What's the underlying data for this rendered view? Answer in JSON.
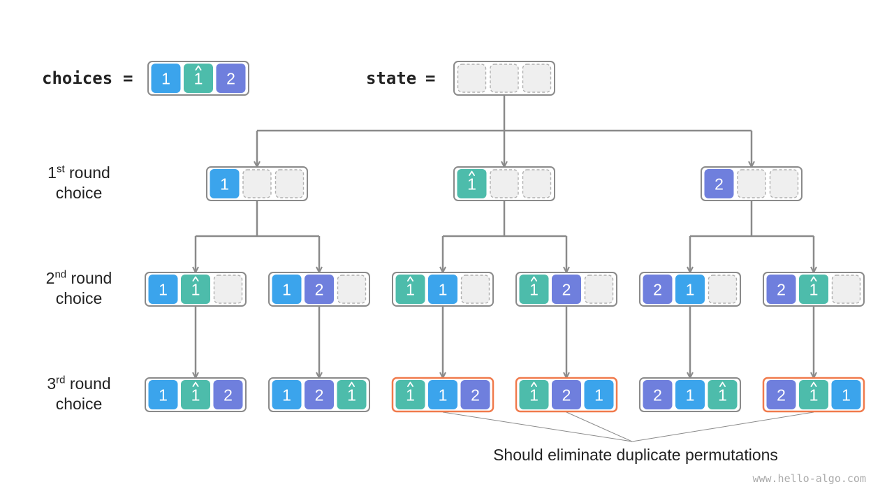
{
  "header": {
    "choices_label": "choices",
    "state_label": "state",
    "equals": "="
  },
  "colors": {
    "value_1": "#3ba4ec",
    "value_1_hat": "#4dbcab",
    "value_2": "#6f7fdd",
    "empty_fill": "#efefef",
    "empty_border": "#b0b0b0",
    "box_border": "#8a8a8a",
    "connector": "#8a8a8a",
    "highlight": "#f07a4c"
  },
  "choices": [
    "1",
    "1^",
    "2"
  ],
  "state": [
    "",
    "",
    ""
  ],
  "rounds": [
    {
      "sup": "st",
      "rest": " round",
      "line2": "choice"
    },
    {
      "sup": "nd",
      "rest": " round",
      "line2": "choice"
    },
    {
      "sup": "rd",
      "rest": " round",
      "line2": "choice"
    }
  ],
  "round_numbers": [
    "1",
    "2",
    "3"
  ],
  "tree": {
    "level1": [
      [
        "1",
        "",
        ""
      ],
      [
        "1^",
        "",
        ""
      ],
      [
        "2",
        "",
        ""
      ]
    ],
    "level2": [
      [
        "1",
        "1^",
        ""
      ],
      [
        "1",
        "2",
        ""
      ],
      [
        "1^",
        "1",
        ""
      ],
      [
        "1^",
        "2",
        ""
      ],
      [
        "2",
        "1",
        ""
      ],
      [
        "2",
        "1^",
        ""
      ]
    ],
    "level3": [
      {
        "cells": [
          "1",
          "1^",
          "2"
        ],
        "duplicate": false
      },
      {
        "cells": [
          "1",
          "2",
          "1^"
        ],
        "duplicate": false
      },
      {
        "cells": [
          "1^",
          "1",
          "2"
        ],
        "duplicate": true
      },
      {
        "cells": [
          "1^",
          "2",
          "1"
        ],
        "duplicate": true
      },
      {
        "cells": [
          "2",
          "1",
          "1^"
        ],
        "duplicate": false
      },
      {
        "cells": [
          "2",
          "1^",
          "1"
        ],
        "duplicate": true
      }
    ]
  },
  "annotation": "Should eliminate duplicate permutations",
  "watermark": "www.hello-algo.com"
}
